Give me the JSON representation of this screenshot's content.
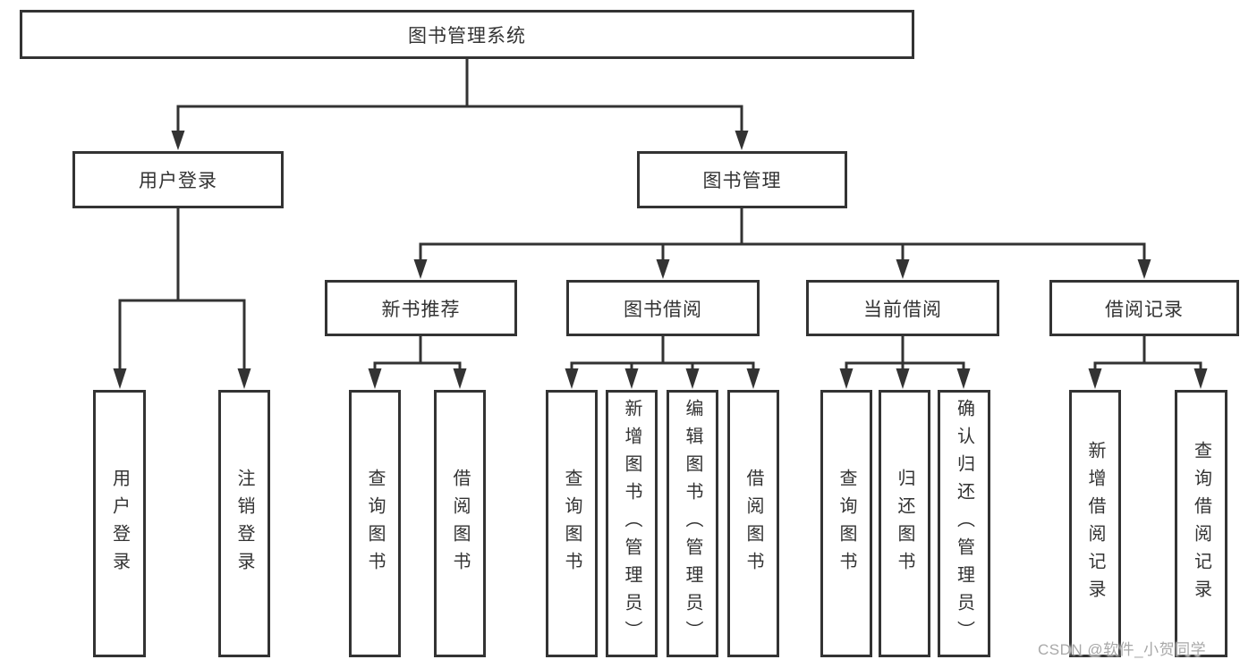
{
  "diagram_title": "图书管理系统",
  "colors": {
    "line": "#333333",
    "text": "#333333",
    "box_background": "#ffffff",
    "watermark": "#a8a8a8",
    "background": "#ffffff"
  },
  "nodes": {
    "root": "图书管理系统",
    "user_login": "用户登录",
    "book_mgmt": "图书管理",
    "new_books": "新书推荐",
    "book_borrow": "图书借阅",
    "current_borrow": "当前借阅",
    "borrow_records": "借阅记录",
    "leaf_user_login": "用户登录",
    "leaf_logout": "注销登录",
    "leaf_nb_query": "查询图书",
    "leaf_nb_borrow": "借阅图书",
    "leaf_bb_query": "查询图书",
    "leaf_bb_add": "新增图书（管理员）",
    "leaf_bb_edit": "编辑图书（管理员）",
    "leaf_bb_borrow": "借阅图书",
    "leaf_cb_query": "查询图书",
    "leaf_cb_return": "归还图书",
    "leaf_cb_confirm": "确认归还（管理员）",
    "leaf_br_add": "新增借阅记录",
    "leaf_br_query": "查询借阅记录"
  },
  "tree": {
    "root": "图书管理系统",
    "children": [
      {
        "label": "用户登录",
        "children": [
          "用户登录",
          "注销登录"
        ]
      },
      {
        "label": "图书管理",
        "children": [
          {
            "label": "新书推荐",
            "children": [
              "查询图书",
              "借阅图书"
            ]
          },
          {
            "label": "图书借阅",
            "children": [
              "查询图书",
              "新增图书（管理员）",
              "编辑图书（管理员）",
              "借阅图书"
            ]
          },
          {
            "label": "当前借阅",
            "children": [
              "查询图书",
              "归还图书",
              "确认归还（管理员）"
            ]
          },
          {
            "label": "借阅记录",
            "children": [
              "新增借阅记录",
              "查询借阅记录"
            ]
          }
        ]
      }
    ]
  },
  "watermark": "CSDN @软件_小贺同学"
}
